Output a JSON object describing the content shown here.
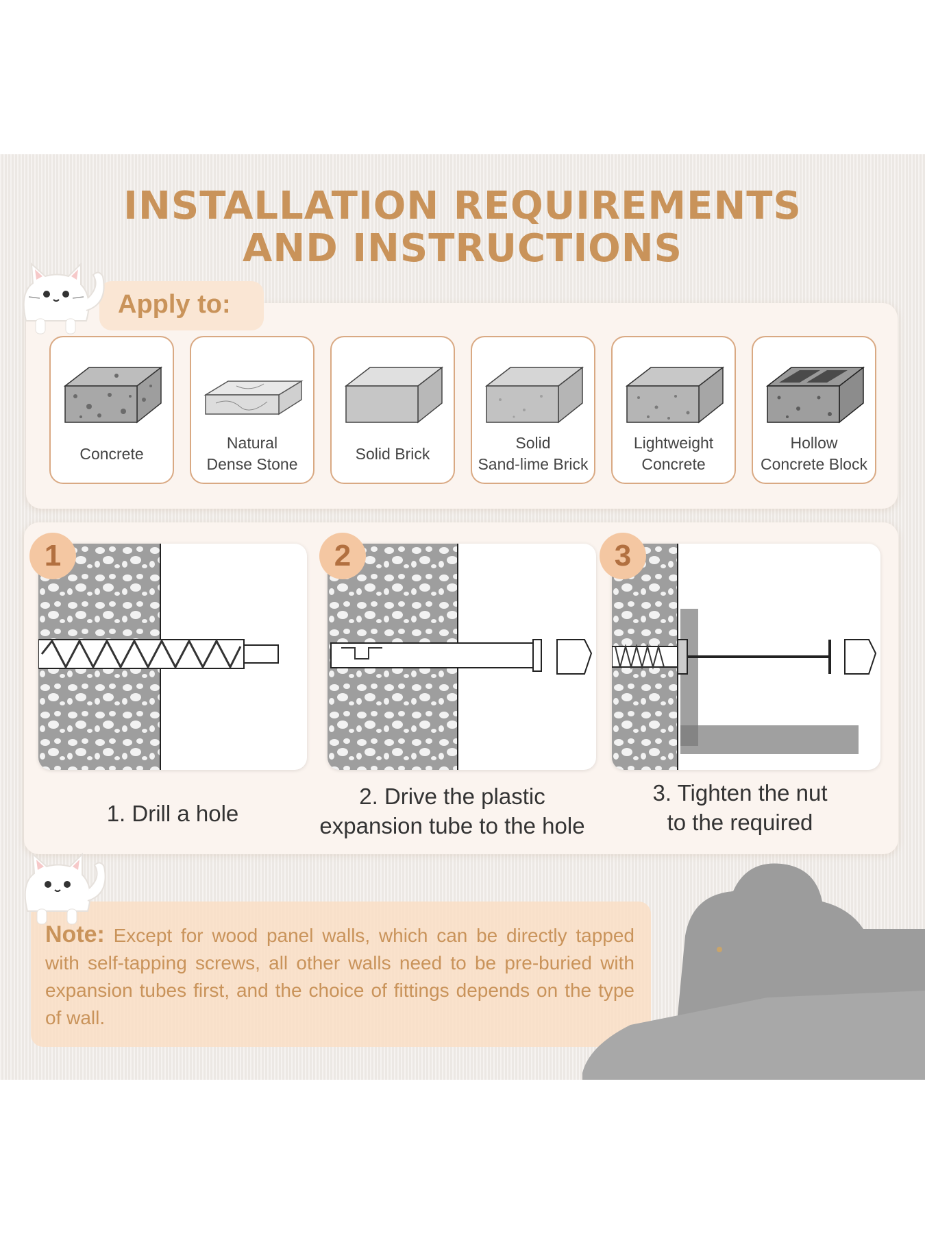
{
  "title": {
    "line1": "INSTALLATION REQUIREMENTS",
    "line2": "AND INSTRUCTIONS"
  },
  "apply": {
    "label": "Apply to:",
    "walls": [
      {
        "line1": "Concrete",
        "line2": ""
      },
      {
        "line1": "Natural",
        "line2": "Dense Stone"
      },
      {
        "line1": "Solid Brick",
        "line2": ""
      },
      {
        "line1": "Solid",
        "line2": "Sand-lime Brick"
      },
      {
        "line1": "Lightweight",
        "line2": "Concrete"
      },
      {
        "line1": "Hollow",
        "line2": "Concrete Block"
      }
    ]
  },
  "steps": [
    {
      "number": "1",
      "caption_line1": "1. Drill a hole",
      "caption_line2": ""
    },
    {
      "number": "2",
      "caption_line1": "2. Drive the plastic",
      "caption_line2": "expansion tube to the hole"
    },
    {
      "number": "3",
      "caption_line1": "3. Tighten the nut",
      "caption_line2": "to the required"
    }
  ],
  "note": {
    "heading": "Note:",
    "body": "Except for wood panel walls, which can be directly tapped with self-tapping screws, all other walls need to be pre-buried with expansion tubes first, and the choice of fittings depends on the type of wall."
  },
  "colors": {
    "accent": "#c9935a",
    "badge": "#f4c7a2",
    "tile_border": "#d9a983",
    "background": "#f1ede9"
  }
}
